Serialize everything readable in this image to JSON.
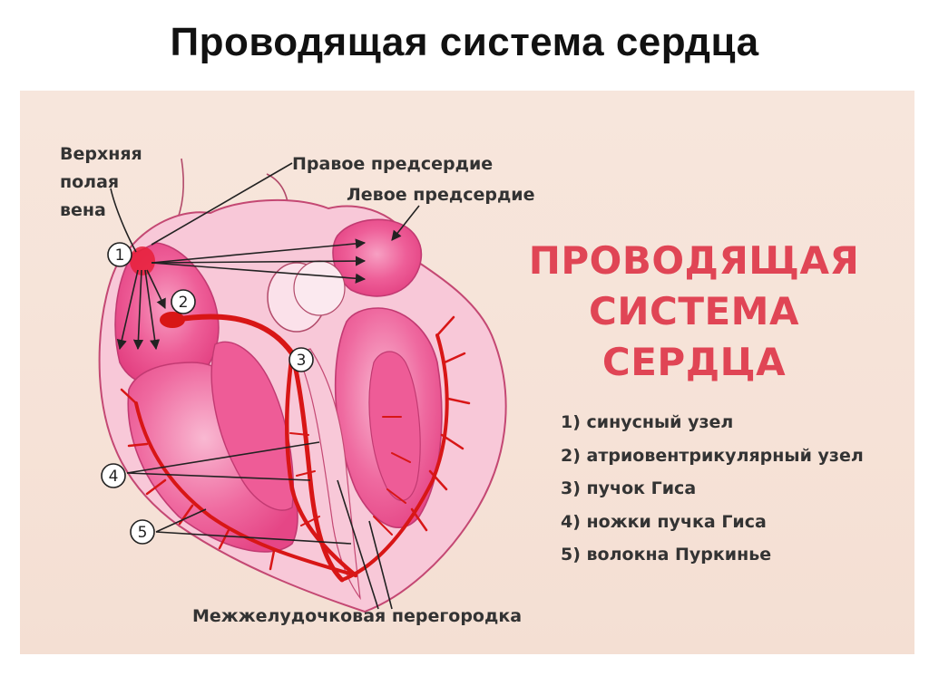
{
  "slide_title": "Проводящая система сердца",
  "diagram": {
    "title_lines": [
      "ПРОВОДЯЩАЯ",
      "СИСТЕМА СЕРДЦА"
    ],
    "labels": {
      "vena_cava": "Верхняя полая вена",
      "right_atrium": "Правое предсердие",
      "left_atrium": "Левое предсердие",
      "septum": "Межжелудочковая перегородка"
    },
    "markers": [
      "1",
      "2",
      "3",
      "4",
      "5"
    ],
    "legend": [
      "1) синусный узел",
      "2) атриовентрикулярный узел",
      "3) пучок Гиса",
      "4) ножки пучка Гиса",
      "5) волокна Пуркинье"
    ],
    "colors": {
      "background": "#f6e2d7",
      "heart_fill": "#ef4f8e",
      "heart_light": "#f9b7d0",
      "conduction": "#d81616",
      "title_red": "#e04555"
    }
  }
}
